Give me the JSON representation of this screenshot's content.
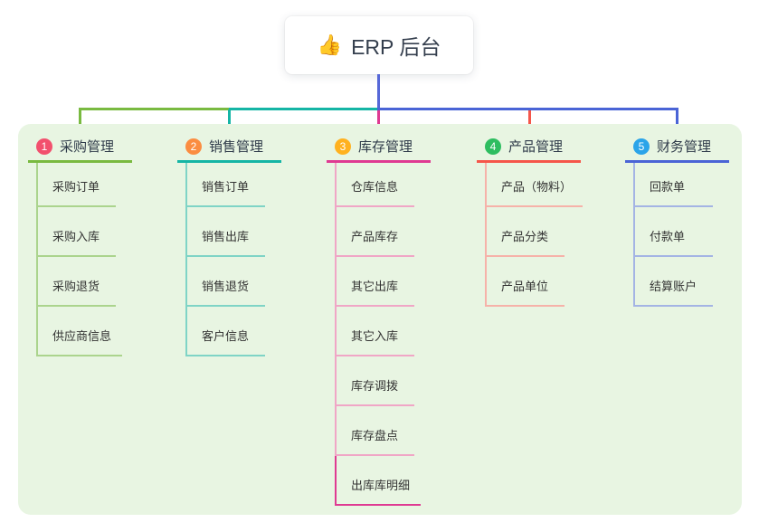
{
  "root": {
    "icon": "thumbs-up-icon",
    "icon_glyph": "👍",
    "label": "ERP 后台"
  },
  "branches": [
    {
      "num": "1",
      "title": "采购管理",
      "color": "#79ba40",
      "light_color": "#abd48d",
      "badge_color": "#f2506e",
      "children": [
        "采购订单",
        "采购入库",
        "采购退货",
        "供应商信息"
      ]
    },
    {
      "num": "2",
      "title": "销售管理",
      "color": "#15b5a5",
      "light_color": "#7fd4c6",
      "badge_color": "#fb8d41",
      "children": [
        "销售订单",
        "销售出库",
        "销售退货",
        "客户信息"
      ]
    },
    {
      "num": "3",
      "title": "库存管理",
      "color": "#df3a92",
      "light_color": "#f0a6c6",
      "badge_color": "#ffb11f",
      "children": [
        "仓库信息",
        "产品库存",
        "其它出库",
        "其它入库",
        "库存调拨",
        "库存盘点",
        "出库库明细"
      ]
    },
    {
      "num": "4",
      "title": "产品管理",
      "color": "#f5564a",
      "light_color": "#f6b2a9",
      "badge_color": "#2ebd60",
      "children": [
        "产品（物料）",
        "产品分类",
        "产品单位"
      ]
    },
    {
      "num": "5",
      "title": "财务管理",
      "color": "#4a64d6",
      "light_color": "#a4b4e4",
      "badge_color": "#2ba4e9",
      "children": [
        "回款单",
        "付款单",
        "结算账户"
      ]
    }
  ],
  "colors": {
    "canvas_panel": "#e8f5e2",
    "trunk_connector": "#5668d8",
    "root_text": "#353f4e",
    "node_text": "#333333"
  }
}
